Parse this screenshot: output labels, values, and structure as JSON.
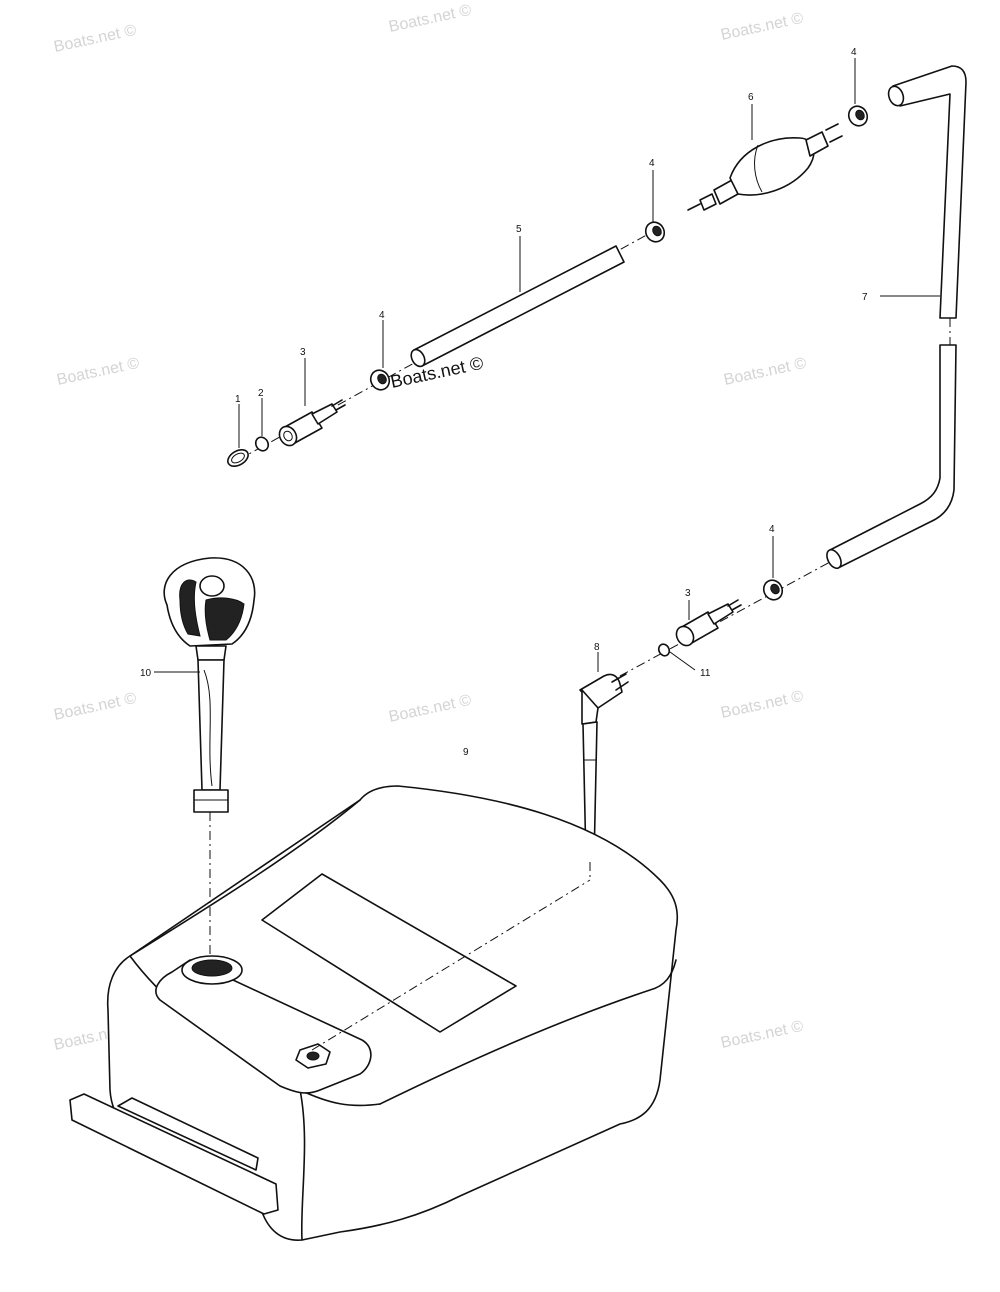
{
  "watermark": {
    "text": "Boats.net ©"
  },
  "callouts": [
    {
      "id": "1",
      "label": "1"
    },
    {
      "id": "2",
      "label": "2"
    },
    {
      "id": "3a",
      "label": "3"
    },
    {
      "id": "4a",
      "label": "4"
    },
    {
      "id": "5",
      "label": "5"
    },
    {
      "id": "4b",
      "label": "4"
    },
    {
      "id": "6",
      "label": "6"
    },
    {
      "id": "4c",
      "label": "4"
    },
    {
      "id": "7",
      "label": "7"
    },
    {
      "id": "4d",
      "label": "4"
    },
    {
      "id": "3b",
      "label": "3"
    },
    {
      "id": "8",
      "label": "8"
    },
    {
      "id": "11",
      "label": "11"
    },
    {
      "id": "10",
      "label": "10"
    },
    {
      "id": "9",
      "label": "9"
    }
  ]
}
